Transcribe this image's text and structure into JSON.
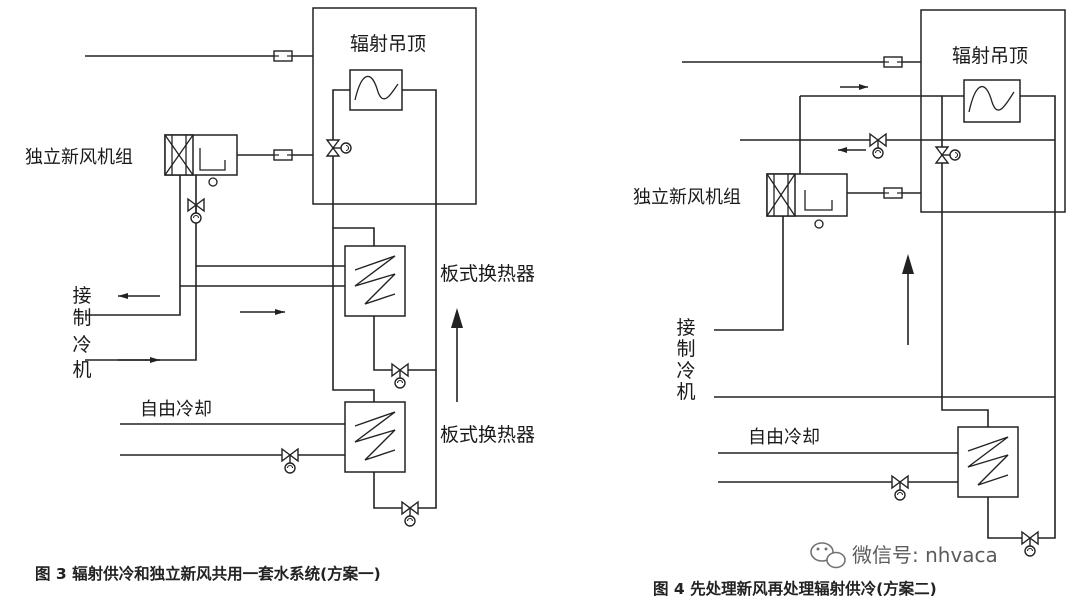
{
  "figure3": {
    "ceiling_label": "辐射吊顶",
    "fresh_air_unit_label": "独立新风机组",
    "chiller_label": [
      "接",
      "制",
      "冷",
      "机"
    ],
    "phe_label_top": "板式换热器",
    "free_cooling_label": "自由冷却",
    "phe_label_bottom": "板式换热器",
    "caption": "图 3  辐射供冷和独立新风共用一套水系统(方案一)"
  },
  "figure4": {
    "ceiling_label": "辐射吊顶",
    "fresh_air_unit_label": "独立新风机组",
    "chiller_label": [
      "接",
      "制",
      "冷",
      "机"
    ],
    "free_cooling_label": "自由冷却",
    "caption": "图 4  先处理新风再处理辐射供冷(方案二)"
  },
  "watermark": {
    "text": "微信号: nhvaca",
    "icon": "wechat-icon"
  }
}
